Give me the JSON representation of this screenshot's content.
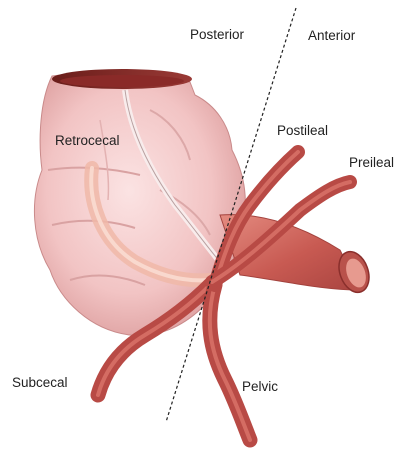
{
  "labels": {
    "posterior": "Posterior",
    "anterior": "Anterior",
    "retrocecal": "Retrocecal",
    "postileal": "Postileal",
    "preileal": "Preileal",
    "subcecal": "Subcecal",
    "pelvic": "Pelvic"
  },
  "colors": {
    "cecum": "#f1c6c6",
    "cecum_shadow": "#d99a9a",
    "appendix": "#b84a45",
    "appendix_highlight": "#e07a70",
    "ileum": "#cf6a60",
    "retro_appendix": "#f0b8a8",
    "divider_line": "#222222"
  }
}
